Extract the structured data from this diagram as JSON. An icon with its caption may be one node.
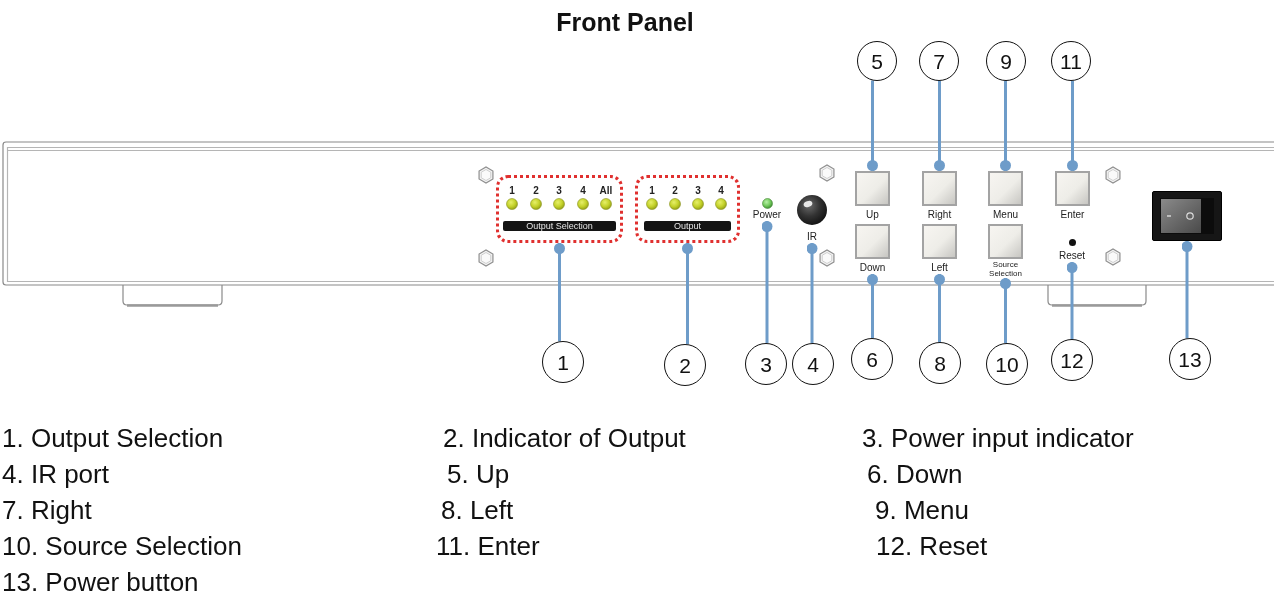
{
  "diagram": {
    "title": "Front Panel",
    "nodes": [
      {
        "text": [
          "5"
        ]
      },
      {
        "text": [
          "7"
        ]
      },
      {
        "text": [
          "9"
        ]
      },
      {
        "text": [
          "11"
        ]
      },
      {
        "text": [
          "1",
          "2",
          "3",
          "4",
          "All",
          "Output Selection"
        ]
      },
      {
        "text": [
          "1",
          "2",
          "3",
          "4",
          "Output"
        ]
      },
      {
        "text": [
          "Power"
        ]
      },
      {
        "text": [
          "IR"
        ]
      },
      {
        "text": [
          "Up"
        ]
      },
      {
        "text": [
          "Right"
        ]
      },
      {
        "text": [
          "Menu"
        ]
      },
      {
        "text": [
          "Enter"
        ]
      },
      {
        "text": [
          "Down"
        ]
      },
      {
        "text": [
          "Left"
        ]
      },
      {
        "text": [
          "Source Selection"
        ]
      },
      {
        "text": [
          "Reset"
        ]
      },
      {
        "text": [],
        "shape": "box"
      },
      {
        "text": [
          "1"
        ]
      },
      {
        "text": [
          "2"
        ]
      },
      {
        "text": [
          "3"
        ]
      },
      {
        "text": [
          "4"
        ]
      },
      {
        "text": [
          "6"
        ]
      },
      {
        "text": [
          "8"
        ]
      },
      {
        "text": [
          "10"
        ]
      },
      {
        "text": [
          "12"
        ]
      },
      {
        "text": [
          "13"
        ]
      }
    ],
    "edges": [
      {
        "from": 17,
        "to": 4,
        "arrow": "other"
      },
      {
        "from": 18,
        "to": 5,
        "arrow": "other"
      },
      {
        "from": 19,
        "to": 6,
        "arrow": "other"
      },
      {
        "from": 20,
        "to": 7,
        "arrow": "other"
      },
      {
        "from": 0,
        "to": 8,
        "arrow": "other"
      },
      {
        "from": 21,
        "to": 12,
        "arrow": "other"
      },
      {
        "from": 1,
        "to": 9,
        "arrow": "other"
      },
      {
        "from": 22,
        "to": 13,
        "arrow": "other"
      },
      {
        "from": 2,
        "to": 10,
        "arrow": "other"
      },
      {
        "from": 23,
        "to": 14,
        "arrow": "other"
      },
      {
        "from": 3,
        "to": 11,
        "arrow": "other"
      },
      {
        "from": 24,
        "to": 15,
        "arrow": "other"
      },
      {
        "from": 25,
        "to": 16,
        "arrow": "other"
      }
    ],
    "labels": [
      "1. Output Selection",
      "2. Indicator of Output",
      "3. Power input indicator",
      "4. IR port",
      "5. Up",
      "6. Down",
      "7. Right",
      "8. Left",
      "9. Menu",
      "10. Source Selection",
      "11. Enter",
      "12. Reset",
      "13. Power button"
    ]
  }
}
